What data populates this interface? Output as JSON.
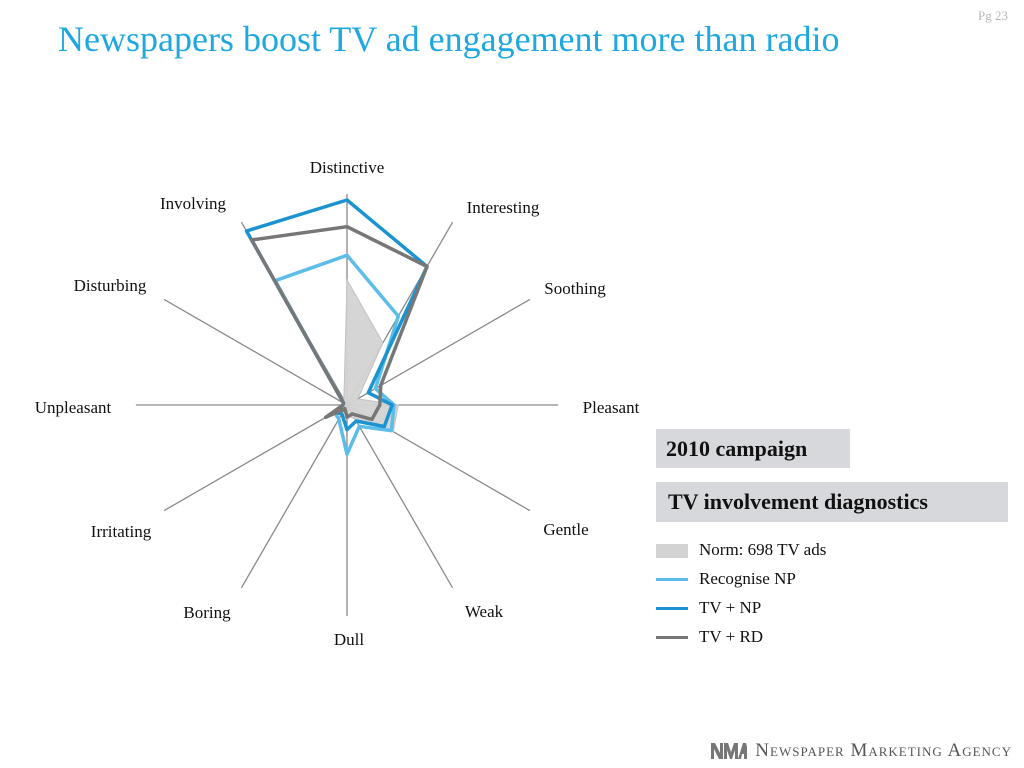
{
  "page": {
    "number": "Pg 23"
  },
  "title": "Newspapers boost TV ad engagement more than radio",
  "panel": {
    "campaign": "2010 campaign",
    "diagnostics": "TV involvement diagnostics"
  },
  "footer": {
    "agency": "Newspaper Marketing Agency",
    "mark": "NMA"
  },
  "colors": {
    "title": "#1ea7e0",
    "norm": "#d3d3d3",
    "recognise_np": "#5cbde8",
    "tv_np": "#1a93d0",
    "tv_rd": "#777777"
  },
  "chart_data": {
    "type": "radar",
    "title": "",
    "categories": [
      "Distinctive",
      "Interesting",
      "Soothing",
      "Pleasant",
      "Gentle",
      "Weak",
      "Dull",
      "Boring",
      "Irritating",
      "Unpleasant",
      "Disturbing",
      "Involving"
    ],
    "rlim": [
      0,
      100
    ],
    "grid": false,
    "legend_position": "right",
    "series": [
      {
        "name": "Norm: 698 TV ads",
        "style": "area",
        "values": [
          61,
          35,
          6,
          25,
          26,
          8,
          5,
          3,
          2,
          2,
          2,
          3
        ]
      },
      {
        "name": "Recognise NP",
        "style": "line",
        "values": [
          73,
          50,
          16,
          23,
          25,
          12,
          24,
          8,
          7,
          2,
          2,
          70
        ]
      },
      {
        "name": "TV + NP",
        "style": "line",
        "values": [
          100,
          78,
          12,
          22,
          21,
          9,
          12,
          5,
          7,
          2,
          2,
          98
        ]
      },
      {
        "name": "TV + RD",
        "style": "line",
        "values": [
          87,
          78,
          19,
          16,
          14,
          5,
          6,
          2,
          12,
          2,
          2,
          93
        ]
      }
    ]
  }
}
